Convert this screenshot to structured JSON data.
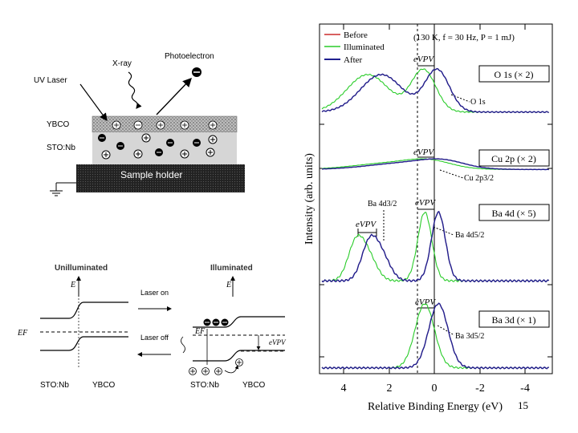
{
  "setup": {
    "xray": "X-ray",
    "photoelectron": "Photoelectron",
    "uv_laser": "UV Laser",
    "ybco": "YBCO",
    "sto": "STO:Nb",
    "holder": "Sample holder"
  },
  "bands": {
    "unilluminated": "Unilluminated",
    "illuminated": "Illuminated",
    "e_left": "E",
    "e_right": "E",
    "ef_left": "EF",
    "ef_right": "EF",
    "laser_on": "Laser on",
    "laser_off": "Laser off",
    "epv": "eVPV",
    "sto_left": "STO:Nb",
    "ybco_left": "YBCO",
    "sto_right": "STO:Nb",
    "ybco_right": "YBCO"
  },
  "chart_data": {
    "type": "line",
    "xlabel": "Relative Binding Energy (eV)",
    "ylabel": "Intensity (arb. units)",
    "xlim": [
      4.8,
      -4.6
    ],
    "x_ticks": [
      "4",
      "2",
      "0",
      "-2",
      "-4"
    ],
    "legend": [
      "Before",
      "Illuminated",
      "After"
    ],
    "colors": {
      "Before": "#cc2b2b",
      "Illuminated": "#29cc29",
      "After": "#1f1f8f"
    },
    "conditions": "(130 K, f = 30 Hz, P = 1 mJ)",
    "vpv_marker_x": -0.55,
    "panels": [
      {
        "name": "O 1s (× 2)",
        "peak_label": "O 1s",
        "vpv_label": "eVPV"
      },
      {
        "name": "Cu 2p (× 2)",
        "peak_label": "Cu 2p3/2",
        "vpv_label": "eVPV"
      },
      {
        "name": "Ba 4d (× 5)",
        "peak_label": "Ba 4d5/2",
        "peak_label2": "Ba 4d3/2",
        "vpv_label": "eVPV",
        "vpv_label2": "eVPV"
      },
      {
        "name": "Ba 3d (× 1)",
        "peak_label": "Ba 3d5/2",
        "vpv_label": "eVPV"
      }
    ]
  },
  "slide_number": "15"
}
